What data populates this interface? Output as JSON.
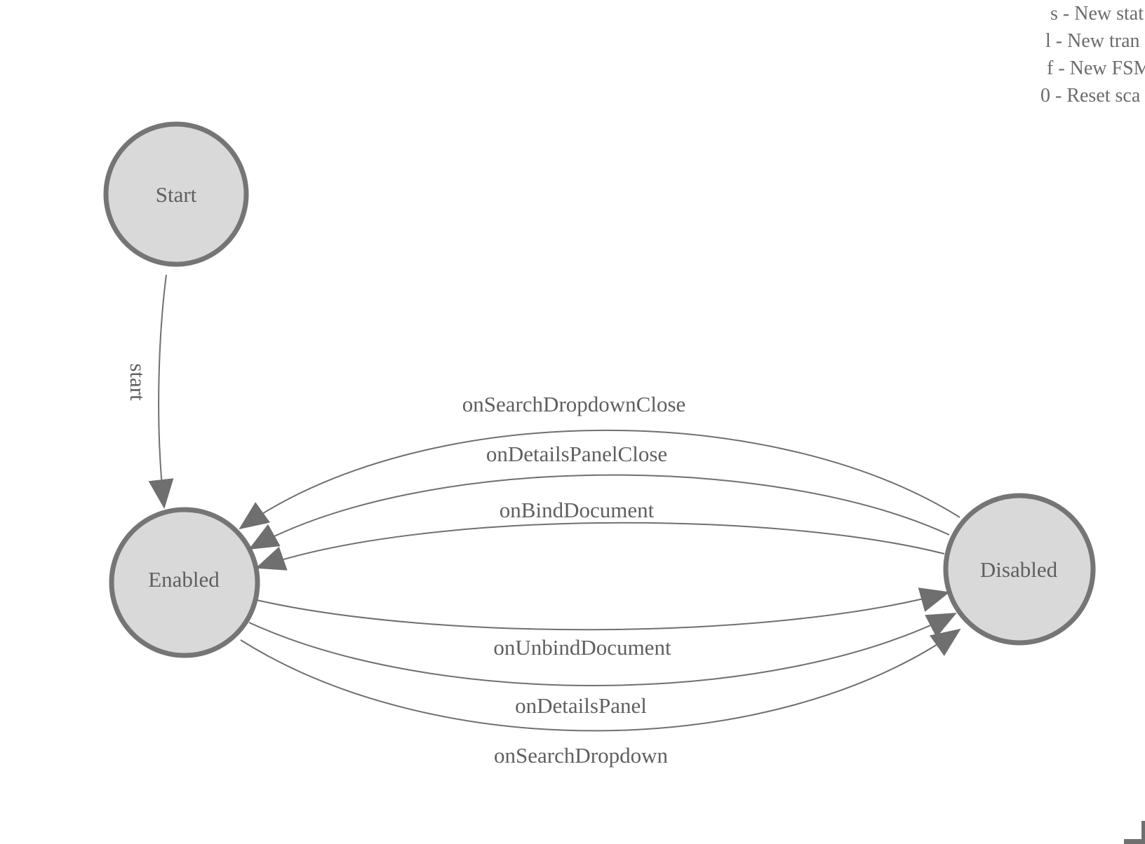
{
  "diagram": {
    "nodes": [
      {
        "id": "start",
        "label": "Start"
      },
      {
        "id": "enabled",
        "label": "Enabled"
      },
      {
        "id": "disabled",
        "label": "Disabled"
      }
    ],
    "edges": [
      {
        "label": "start",
        "from": "Start",
        "to": "Enabled"
      },
      {
        "label": "onSearchDropdownClose",
        "from": "Disabled",
        "to": "Enabled"
      },
      {
        "label": "onDetailsPanelClose",
        "from": "Disabled",
        "to": "Enabled"
      },
      {
        "label": "onBindDocument",
        "from": "Disabled",
        "to": "Enabled"
      },
      {
        "label": "onUnbindDocument",
        "from": "Enabled",
        "to": "Disabled"
      },
      {
        "label": "onDetailsPanel",
        "from": "Enabled",
        "to": "Disabled"
      },
      {
        "label": "onSearchDropdown",
        "from": "Enabled",
        "to": "Disabled"
      }
    ]
  },
  "legend": {
    "lines": [
      {
        "text": "s - New stat"
      },
      {
        "text": "l - New tran"
      },
      {
        "text": "f - New FSM"
      },
      {
        "text": "0 - Reset sca"
      }
    ]
  },
  "colors": {
    "node_fill": "#d9d9d9",
    "node_border": "#757575",
    "edge_line": "#6f6f6f",
    "arrowhead": "#6f6f6f",
    "label_text": "#5f5f5f",
    "legend_text": "#6b6b6b",
    "background": "#ffffff"
  }
}
